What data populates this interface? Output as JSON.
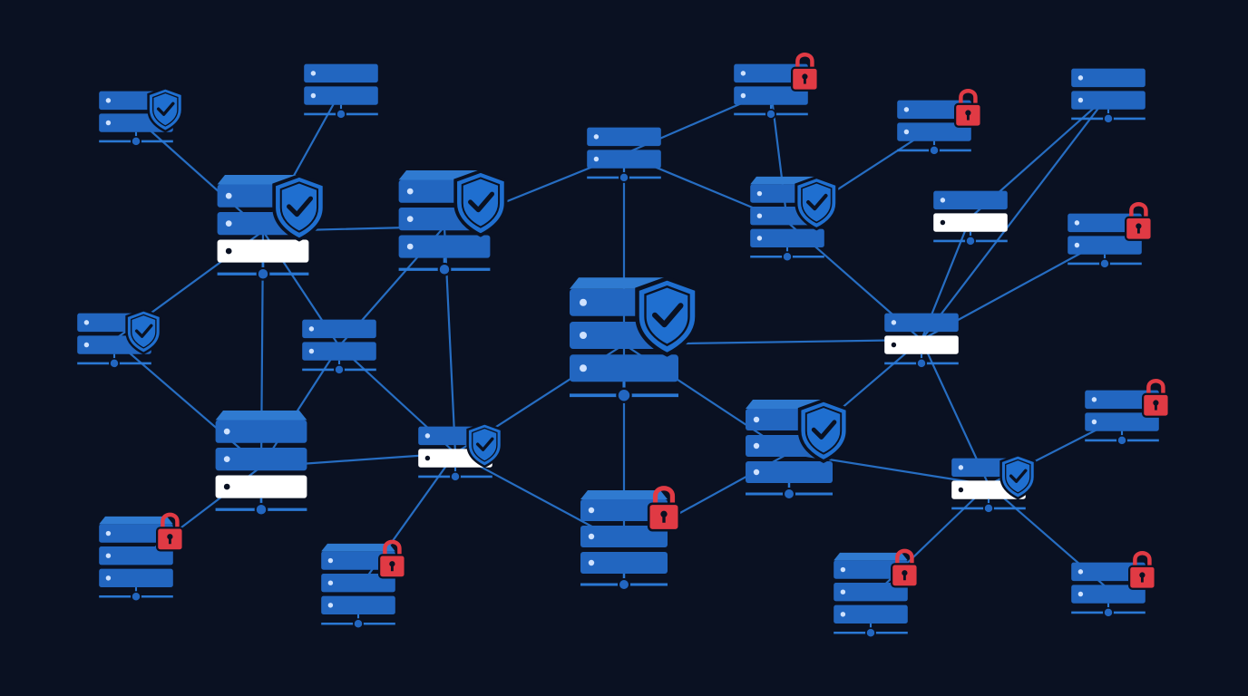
{
  "theme": {
    "background": "#0a1122",
    "server_blue": "#2266c0",
    "server_blue_top": "#2f7ad0",
    "shield_blue": "#1f6fd0",
    "link_blue": "#2a78d4",
    "lock_red": "#e03a44",
    "highlight_white": "#ffffff"
  },
  "diagram": {
    "nodes": [
      {
        "id": "n1",
        "kind": "rack",
        "badge": "shield-icon",
        "highlight": false
      },
      {
        "id": "n2",
        "kind": "rack",
        "badge": "none",
        "highlight": false
      },
      {
        "id": "n3",
        "kind": "tower",
        "badge": "shield-icon",
        "highlight": true
      },
      {
        "id": "n4",
        "kind": "tower",
        "badge": "shield-icon",
        "highlight": false
      },
      {
        "id": "n5",
        "kind": "rack",
        "badge": "none",
        "highlight": false
      },
      {
        "id": "n6",
        "kind": "rack",
        "badge": "lock-icon",
        "highlight": false
      },
      {
        "id": "n7",
        "kind": "tower",
        "badge": "shield-icon",
        "highlight": false
      },
      {
        "id": "n8",
        "kind": "rack",
        "badge": "lock-icon",
        "highlight": false
      },
      {
        "id": "n9",
        "kind": "rack",
        "badge": "none",
        "highlight": true
      },
      {
        "id": "n10",
        "kind": "rack",
        "badge": "none",
        "highlight": false
      },
      {
        "id": "n11",
        "kind": "rack",
        "badge": "lock-icon",
        "highlight": false
      },
      {
        "id": "n12",
        "kind": "rack",
        "badge": "shield-icon",
        "highlight": false
      },
      {
        "id": "n13",
        "kind": "rack",
        "badge": "none",
        "highlight": false
      },
      {
        "id": "n14",
        "kind": "tower",
        "badge": "shield-icon",
        "highlight": false
      },
      {
        "id": "n15",
        "kind": "rack",
        "badge": "none",
        "highlight": true
      },
      {
        "id": "n16",
        "kind": "tower",
        "badge": "none",
        "highlight": true
      },
      {
        "id": "n17",
        "kind": "rack",
        "badge": "shield-icon",
        "highlight": true
      },
      {
        "id": "n18",
        "kind": "tower",
        "badge": "shield-icon",
        "highlight": false
      },
      {
        "id": "n19",
        "kind": "rack",
        "badge": "shield-icon",
        "highlight": true
      },
      {
        "id": "n20",
        "kind": "tower",
        "badge": "lock-icon",
        "highlight": false
      },
      {
        "id": "n21",
        "kind": "tower",
        "badge": "lock-icon",
        "highlight": false
      },
      {
        "id": "n22",
        "kind": "tower",
        "badge": "lock-icon",
        "highlight": false
      },
      {
        "id": "n23",
        "kind": "tower",
        "badge": "lock-icon",
        "highlight": false
      },
      {
        "id": "n24",
        "kind": "rack",
        "badge": "lock-icon",
        "highlight": false
      },
      {
        "id": "n25",
        "kind": "rack",
        "badge": "lock-icon",
        "highlight": false
      }
    ],
    "links": [
      [
        "n1",
        "n3"
      ],
      [
        "n2",
        "n3"
      ],
      [
        "n3",
        "n4"
      ],
      [
        "n3",
        "n12"
      ],
      [
        "n3",
        "n13"
      ],
      [
        "n3",
        "n16"
      ],
      [
        "n4",
        "n5"
      ],
      [
        "n4",
        "n13"
      ],
      [
        "n4",
        "n17"
      ],
      [
        "n5",
        "n6"
      ],
      [
        "n5",
        "n7"
      ],
      [
        "n5",
        "n14"
      ],
      [
        "n6",
        "n7"
      ],
      [
        "n7",
        "n8"
      ],
      [
        "n7",
        "n15"
      ],
      [
        "n9",
        "n15"
      ],
      [
        "n9",
        "n10"
      ],
      [
        "n10",
        "n15"
      ],
      [
        "n11",
        "n15"
      ],
      [
        "n12",
        "n16"
      ],
      [
        "n13",
        "n16"
      ],
      [
        "n13",
        "n17"
      ],
      [
        "n14",
        "n15"
      ],
      [
        "n14",
        "n17"
      ],
      [
        "n14",
        "n18"
      ],
      [
        "n14",
        "n20"
      ],
      [
        "n15",
        "n18"
      ],
      [
        "n15",
        "n19"
      ],
      [
        "n16",
        "n17"
      ],
      [
        "n16",
        "n21"
      ],
      [
        "n17",
        "n20"
      ],
      [
        "n17",
        "n22"
      ],
      [
        "n18",
        "n19"
      ],
      [
        "n18",
        "n20"
      ],
      [
        "n19",
        "n23"
      ],
      [
        "n19",
        "n24"
      ],
      [
        "n19",
        "n25"
      ]
    ]
  }
}
